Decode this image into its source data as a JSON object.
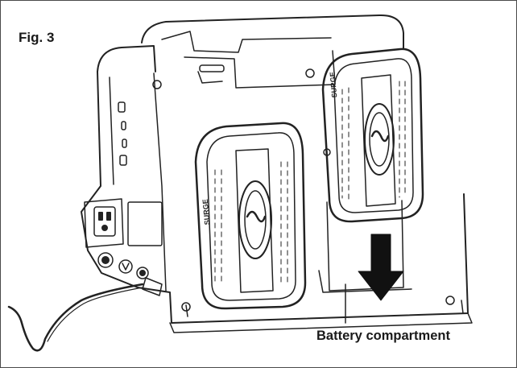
{
  "figure": {
    "label": "Fig. 3",
    "callout": "Battery compartment",
    "battery_brand": "SURGE"
  },
  "icons": [
    "power-station-illustration",
    "battery-pack-icon",
    "ac-outlet-icon",
    "usb-port-icon",
    "down-arrow-icon",
    "power-cord-icon"
  ]
}
